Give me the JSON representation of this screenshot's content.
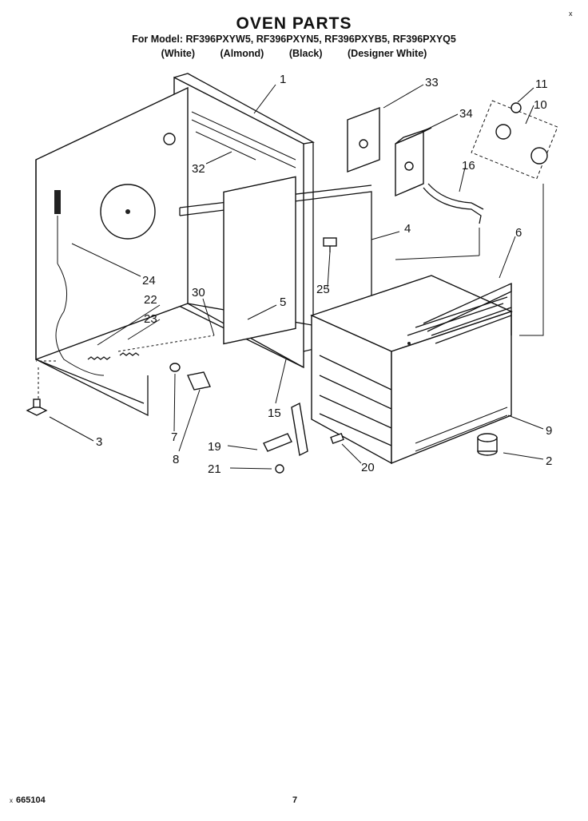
{
  "header": {
    "title": "OVEN PARTS",
    "models": "For Model: RF396PXYW5, RF396PXYN5, RF396PXYB5, RF396PXYQ5",
    "colors": [
      "(White)",
      "(Almond)",
      "(Black)",
      "(Designer White)"
    ]
  },
  "callouts": [
    "1",
    "2",
    "3",
    "4",
    "5",
    "6",
    "7",
    "8",
    "9",
    "10",
    "11",
    "15",
    "16",
    "19",
    "20",
    "21",
    "22",
    "23",
    "24",
    "25",
    "30",
    "32",
    "33",
    "34"
  ],
  "footer": {
    "doc_number": "665104",
    "page_number": "7",
    "mark": "x",
    "corner_mark": "x"
  }
}
